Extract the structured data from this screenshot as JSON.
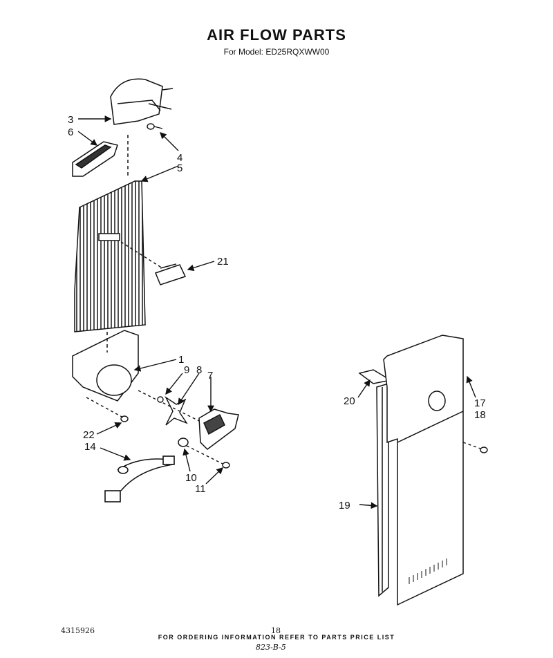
{
  "header": {
    "title": "AIR FLOW PARTS",
    "model": "For Model: ED25RQXWW00"
  },
  "callouts": [
    "3",
    "6",
    "4",
    "5",
    "21",
    "1",
    "9",
    "8",
    "7",
    "22",
    "14",
    "10",
    "11",
    "20",
    "17",
    "18",
    "19"
  ],
  "footer": {
    "ordering": "FOR ORDERING INFORMATION REFER TO PARTS PRICE LIST",
    "doc_number": "4315926",
    "page": "18",
    "handwritten": "823-B-5"
  }
}
